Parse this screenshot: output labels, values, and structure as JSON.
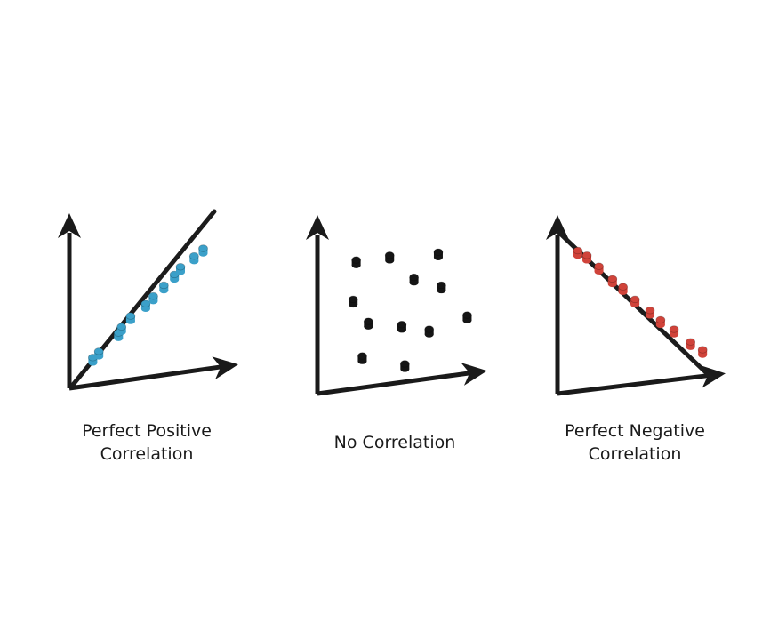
{
  "colors": {
    "axis": "#1a1a1a",
    "positive_dots": "#3ba0c9",
    "neutral_dots": "#151515",
    "negative_dots": "#d0433a"
  },
  "panels": [
    {
      "caption_lines": [
        "Perfect Positive",
        "Correlation"
      ],
      "dot_color_key": "positive_dots",
      "has_trend_line": true,
      "trend": "positive",
      "points": [
        [
          0.12,
          0.16
        ],
        [
          0.16,
          0.2
        ],
        [
          0.29,
          0.32
        ],
        [
          0.31,
          0.36
        ],
        [
          0.37,
          0.43
        ],
        [
          0.47,
          0.51
        ],
        [
          0.52,
          0.56
        ],
        [
          0.59,
          0.63
        ],
        [
          0.66,
          0.7
        ],
        [
          0.7,
          0.75
        ],
        [
          0.79,
          0.82
        ],
        [
          0.85,
          0.87
        ]
      ]
    },
    {
      "caption_lines": [
        "No Correlation"
      ],
      "dot_color_key": "neutral_dots",
      "has_trend_line": false,
      "trend": "none",
      "points": [
        [
          0.22,
          0.81
        ],
        [
          0.44,
          0.84
        ],
        [
          0.76,
          0.86
        ],
        [
          0.6,
          0.7
        ],
        [
          0.78,
          0.65
        ],
        [
          0.2,
          0.56
        ],
        [
          0.3,
          0.42
        ],
        [
          0.52,
          0.4
        ],
        [
          0.7,
          0.37
        ],
        [
          0.95,
          0.46
        ],
        [
          0.26,
          0.2
        ],
        [
          0.54,
          0.15
        ]
      ]
    },
    {
      "caption_lines": [
        "Perfect Negative",
        "Correlation"
      ],
      "dot_color_key": "negative_dots",
      "has_trend_line": true,
      "trend": "negative",
      "points": [
        [
          0.1,
          0.87
        ],
        [
          0.16,
          0.84
        ],
        [
          0.24,
          0.77
        ],
        [
          0.33,
          0.69
        ],
        [
          0.4,
          0.64
        ],
        [
          0.48,
          0.56
        ],
        [
          0.58,
          0.49
        ],
        [
          0.65,
          0.43
        ],
        [
          0.74,
          0.37
        ],
        [
          0.85,
          0.29
        ],
        [
          0.93,
          0.24
        ]
      ]
    }
  ]
}
